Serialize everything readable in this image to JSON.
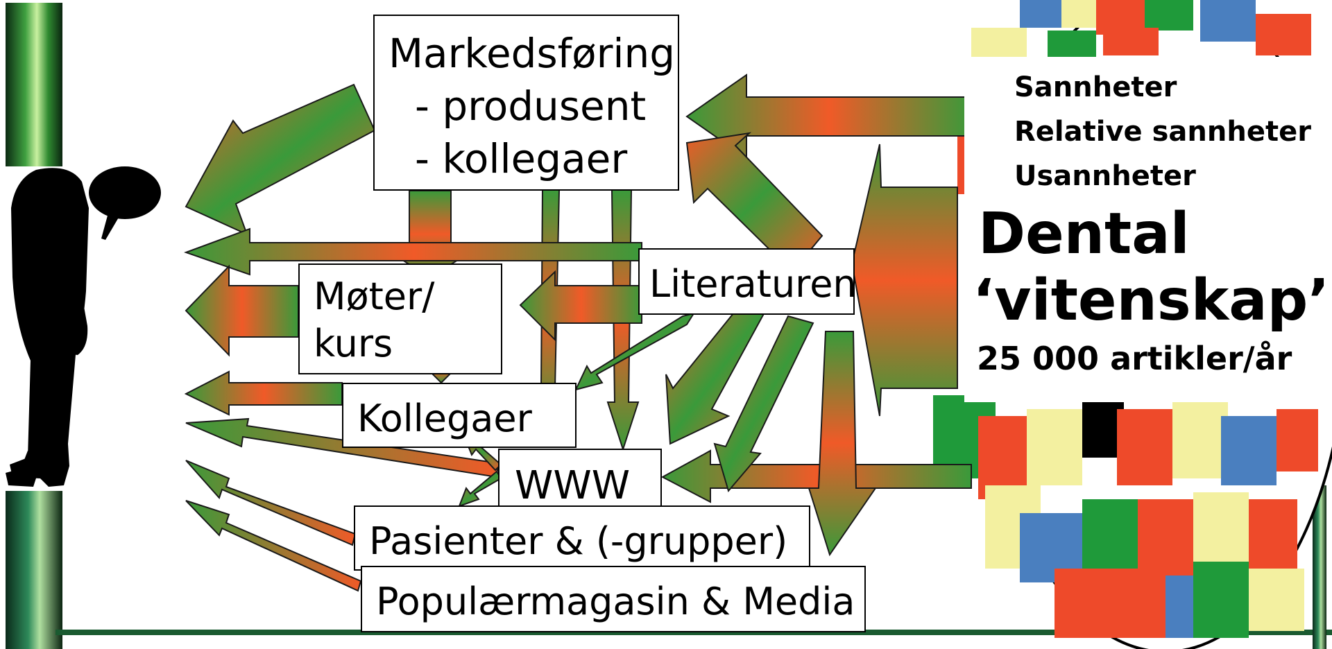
{
  "marketing": {
    "title": "Markedsføring",
    "line1": "- produsent",
    "line2": "- kollegaer"
  },
  "meetings": {
    "line1": "Møter/",
    "line2": "kurs"
  },
  "literature": "Literaturen",
  "colleagues": "Kollegaer",
  "www": "WWW",
  "patients": "Pasienter & (-grupper)",
  "popular": "Populærmagasin & Media",
  "science": {
    "item1": "Sannheter",
    "item2": "Relative sannheter",
    "item3": "Usannheter",
    "title_line1": "Dental",
    "title_line2": "‘vitenskap’",
    "count": "25 000 artikler/år"
  },
  "colors": {
    "arrow_green": "#3a9a3a",
    "arrow_red": "#f05a28",
    "book_red": "#ee4a2a",
    "book_green": "#1f9a3a",
    "book_blue": "#4a7fbf",
    "book_yellow": "#f3f0a0"
  }
}
